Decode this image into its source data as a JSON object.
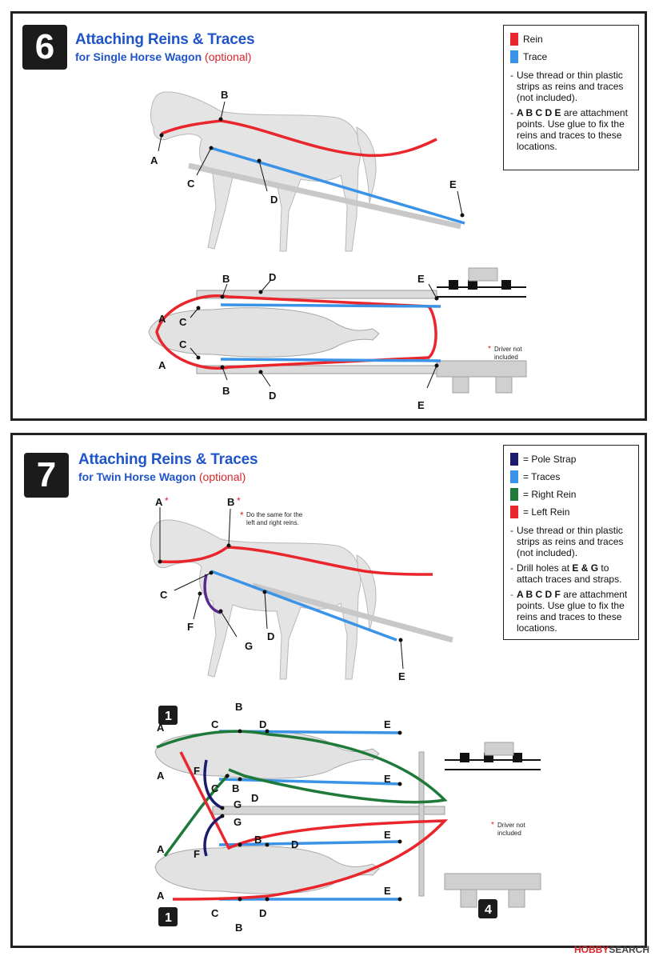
{
  "step6": {
    "number": "6",
    "title": "Attaching Reins & Traces",
    "subtitle": "for Single Horse Wagon",
    "optional": "(optional)",
    "legend": [
      {
        "label": "Rein",
        "color": "#e8262c"
      },
      {
        "label": "Trace",
        "color": "#3a93e6"
      }
    ],
    "note1": "Use thread or thin plastic strips as reins and traces (not included).",
    "note2_bold": "A B C D E",
    "note2_rest": " are attachment points.  Use glue to fix the reins and traces to these locations.",
    "side_labels": {
      "a": "A",
      "b": "B",
      "c": "C",
      "d": "D",
      "e": "E"
    },
    "top_labels": {
      "a1": "A",
      "a2": "A",
      "b1": "B",
      "b2": "B",
      "c1": "C",
      "c2": "C",
      "d1": "D",
      "d2": "D",
      "e1": "E",
      "e2": "E"
    },
    "driver_note_line1": "Driver not",
    "driver_note_line2": "included"
  },
  "step7": {
    "number": "7",
    "title": "Attaching Reins & Traces",
    "subtitle": "for Twin Horse Wagon",
    "optional": "(optional)",
    "legend": [
      {
        "label": "= Pole Strap",
        "color": "#1c1c6e"
      },
      {
        "label": "= Traces",
        "color": "#3a93e6"
      },
      {
        "label": "= Right Rein",
        "color": "#1f7a3a"
      },
      {
        "label": "= Left Rein",
        "color": "#e8262c"
      }
    ],
    "note1": "Use thread or thin plastic strips as reins and traces (not included).",
    "note2_pre": "Drill holes at ",
    "note2_bold": "E & G",
    "note2_rest": " to attach traces and straps.",
    "note3_bold": "A B C D F",
    "note3_rest": " are attachment points.  Use glue to fix the reins and traces to these locations.",
    "same_note_line1": "Do the same for the",
    "same_note_line2": "left and right reins.",
    "side_labels": {
      "a": "A",
      "b": "B",
      "c": "C",
      "d": "D",
      "e": "E",
      "f": "F",
      "g": "G"
    },
    "top_labels": {
      "a": "A",
      "b": "B",
      "c": "C",
      "d": "D",
      "e": "E",
      "f": "F",
      "g": "G"
    },
    "badge1": "1",
    "badge4": "4",
    "driver_note_line1": "Driver not",
    "driver_note_line2": "included"
  },
  "footer": {
    "brand": "HOBBY",
    "rest": "SEARCH"
  }
}
